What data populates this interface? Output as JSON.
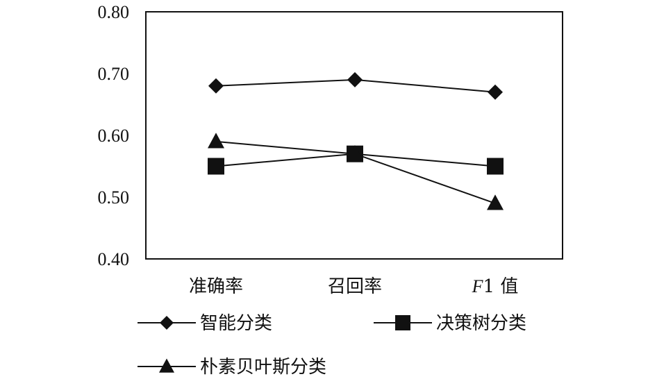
{
  "chart_data": {
    "type": "line",
    "categories": [
      "准确率",
      "召回率",
      "F1 值"
    ],
    "category_parts": [
      {
        "italic": "",
        "rest": "准确率"
      },
      {
        "italic": "",
        "rest": "召回率"
      },
      {
        "italic": "F",
        "rest": "1 值"
      }
    ],
    "ylim": [
      0.4,
      0.8
    ],
    "yticks": [
      "0.40",
      "0.50",
      "0.60",
      "0.70",
      "0.80"
    ],
    "ytick_values": [
      0.4,
      0.5,
      0.6,
      0.7,
      0.8
    ],
    "grid": false,
    "legend_position": "bottom",
    "series": [
      {
        "name": "智能分类",
        "marker": "diamond",
        "values": [
          0.68,
          0.69,
          0.67
        ]
      },
      {
        "name": "决策树分类",
        "marker": "square",
        "values": [
          0.55,
          0.57,
          0.55
        ]
      },
      {
        "name": "朴素贝叶斯分类",
        "marker": "triangle",
        "values": [
          0.59,
          0.57,
          0.49
        ]
      }
    ],
    "colors": {
      "line": "#111111",
      "marker": "#111111",
      "axis": "#111111"
    }
  }
}
